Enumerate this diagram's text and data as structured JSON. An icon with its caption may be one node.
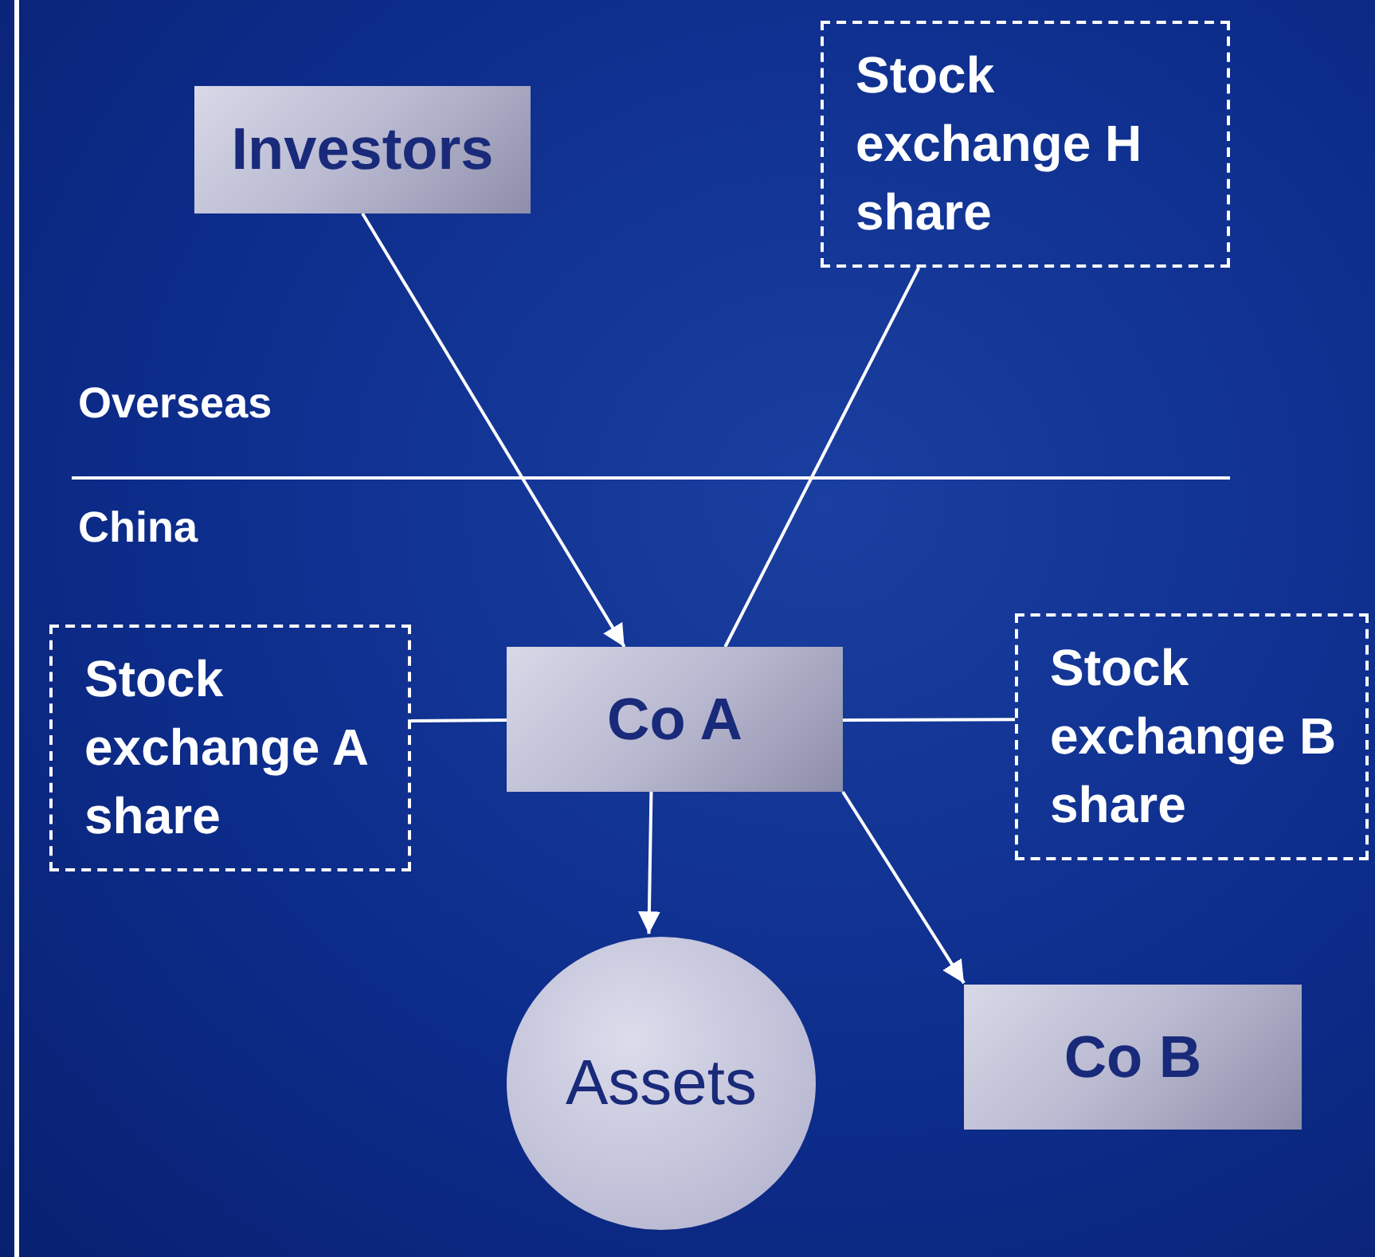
{
  "diagram": {
    "nodes": [
      {
        "text": [
          "Investors"
        ]
      },
      {
        "text": [
          "Stock exchange H share"
        ]
      },
      {
        "text": [
          "Stock exchange A share"
        ]
      },
      {
        "text": [
          "Co A"
        ]
      },
      {
        "text": [
          "Stock exchange B share"
        ]
      },
      {
        "text": [
          "Assets"
        ]
      },
      {
        "text": [
          "Co B"
        ]
      }
    ],
    "edges": [
      {
        "from": 0,
        "to": 3,
        "arrow": "to"
      },
      {
        "from": 1,
        "to": 3,
        "arrow": "none"
      },
      {
        "from": 2,
        "to": 3,
        "arrow": "none"
      },
      {
        "from": 3,
        "to": 4,
        "arrow": "none"
      },
      {
        "from": 3,
        "to": 5,
        "arrow": "to"
      },
      {
        "from": 3,
        "to": 6,
        "arrow": "to"
      }
    ],
    "labels": [
      "Overseas",
      "China"
    ]
  }
}
